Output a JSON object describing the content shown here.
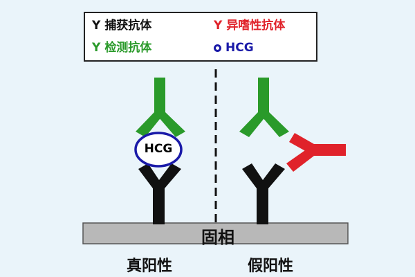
{
  "legend": {
    "capture": {
      "symbol": "Y",
      "label": "捕获抗体",
      "color": "#111111"
    },
    "heterophilic": {
      "symbol": "Y",
      "label": "异嗜性抗体",
      "color": "#e0222a"
    },
    "detection": {
      "symbol": "Y",
      "label": "检测抗体",
      "color": "#2a9a2a"
    },
    "hcg": {
      "label": "HCG",
      "color": "#1a1aa8"
    }
  },
  "diagram": {
    "hcg_label": "HCG",
    "solid_phase_label": "固相",
    "true_positive_label": "真阳性",
    "false_positive_label": "假阳性"
  },
  "colors": {
    "background": "#eaf4fa",
    "capture": "#111111",
    "detection": "#2a9a2a",
    "heterophilic": "#e0222a",
    "hcg_ring": "#1a1aa8",
    "solid_phase": "#b8b8b8"
  }
}
